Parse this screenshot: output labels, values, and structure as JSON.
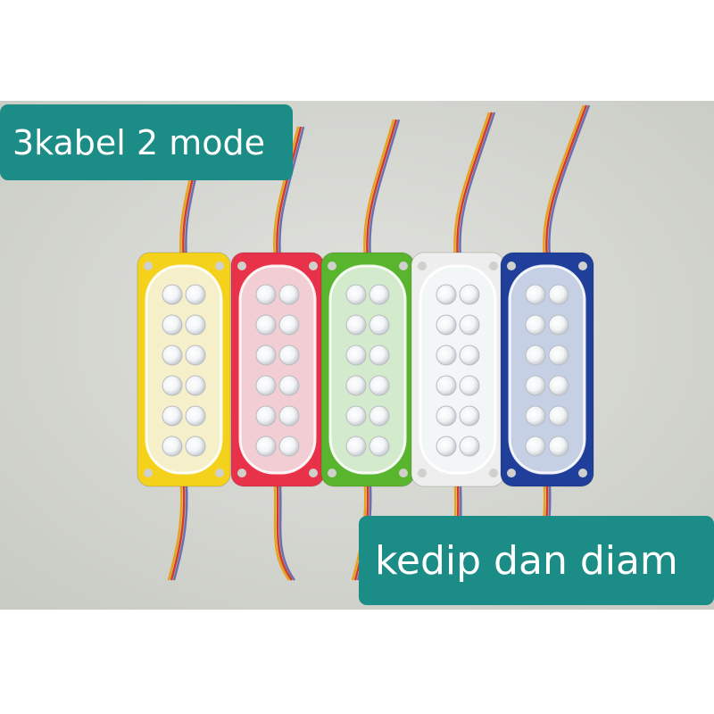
{
  "labels": {
    "top": "3kabel 2 mode",
    "bottom": "kedip dan diam"
  },
  "modules": [
    {
      "color": "#f4d21c",
      "color_name": "yellow"
    },
    {
      "color": "#e8324a",
      "color_name": "red"
    },
    {
      "color": "#5ab52e",
      "color_name": "green"
    },
    {
      "color": "#eeeeee",
      "color_name": "white"
    },
    {
      "color": "#1f3f9a",
      "color_name": "blue"
    }
  ],
  "colors": {
    "label_background": "#1c8c86",
    "label_text": "#ffffff",
    "floor": "#d9dad5"
  }
}
